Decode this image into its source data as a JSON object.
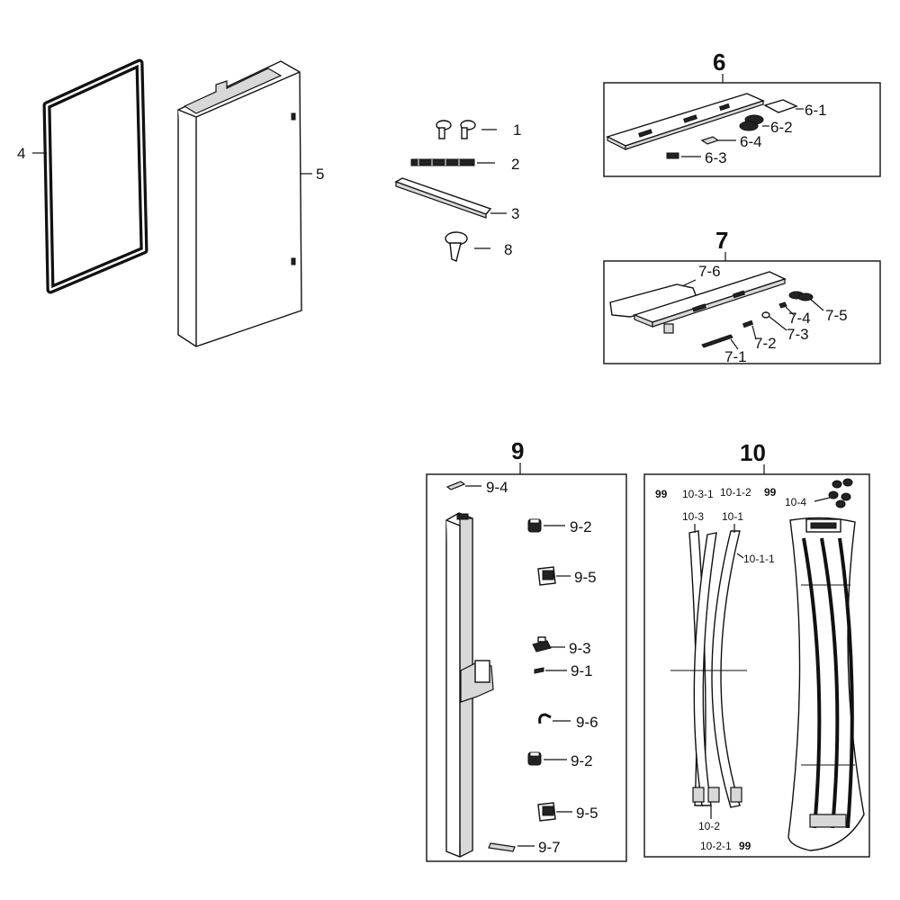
{
  "labels": {
    "p1": "1",
    "p2": "2",
    "p3": "3",
    "p4": "4",
    "p5": "5",
    "p8": "8",
    "g6": "6",
    "p6_1": "6-1",
    "p6_2": "6-2",
    "p6_3": "6-3",
    "p6_4": "6-4",
    "g7": "7",
    "p7_1": "7-1",
    "p7_2": "7-2",
    "p7_3": "7-3",
    "p7_4": "7-4",
    "p7_5": "7-5",
    "p7_6": "7-6",
    "g9": "9",
    "p9_1": "9-1",
    "p9_2a": "9-2",
    "p9_2b": "9-2",
    "p9_3": "9-3",
    "p9_4": "9-4",
    "p9_5a": "9-5",
    "p9_5b": "9-5",
    "p9_6": "9-6",
    "p9_7": "9-7",
    "g10": "10",
    "p10_1": "10-1",
    "p10_1_1": "10-1-1",
    "p10_1_2": "10-1-2",
    "p10_2": "10-2",
    "p10_2_1": "10-2-1",
    "p10_3": "10-3",
    "p10_3_1": "10-3-1",
    "p10_4": "10-4",
    "p99": "99"
  }
}
